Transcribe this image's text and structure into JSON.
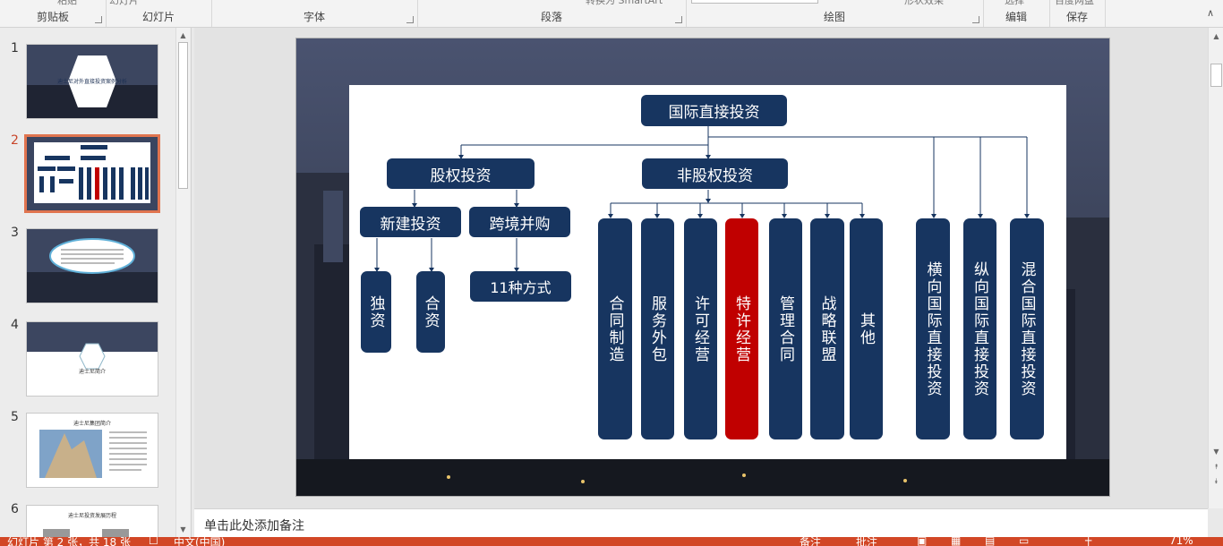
{
  "ribbon": {
    "groups": [
      {
        "label": "剪贴板",
        "cut": "粘贴"
      },
      {
        "label": "幻灯片",
        "cut": "幻灯片"
      },
      {
        "label": "字体",
        "cut": ""
      },
      {
        "label": "段落",
        "cut": "转换为 SmartArt"
      },
      {
        "label": "绘图",
        "cut": "形状效果"
      },
      {
        "label": "编辑",
        "cut": "选择"
      },
      {
        "label": "保存",
        "cut": "百度网盘"
      }
    ]
  },
  "thumbnails": [
    {
      "num": "1",
      "title": "迪士尼对外直接投资案例分析"
    },
    {
      "num": "2",
      "title": ""
    },
    {
      "num": "3",
      "title": ""
    },
    {
      "num": "4",
      "title": "迪士尼简介"
    },
    {
      "num": "5",
      "title": "迪士尼集团简介"
    },
    {
      "num": "6",
      "title": "迪士尼投资发展历程"
    }
  ],
  "slide": {
    "root": "国际直接投资",
    "equity": "股权投资",
    "non_equity": "非股权投资",
    "greenfield": "新建投资",
    "cross_border": "跨境并购",
    "sole": "独资",
    "joint": "合资",
    "ways": "11种方式",
    "non_equity_items": [
      "合同制造",
      "服务外包",
      "许可经营",
      "特许经营",
      "管理合同",
      "战略联盟",
      "其他"
    ],
    "directions": [
      "横向国际直接投资",
      "纵向国际直接投资",
      "混合国际直接投资"
    ],
    "accent_red": "#c00000",
    "node_blue": "#173560"
  },
  "notes": {
    "placeholder": "单击此处添加备注"
  },
  "status": {
    "slide_info": "幻灯片 第 2 张，共 18 张",
    "language": "中文(中国)",
    "notes_btn": "备注",
    "comments_btn": "批注",
    "zoom": "71%"
  }
}
